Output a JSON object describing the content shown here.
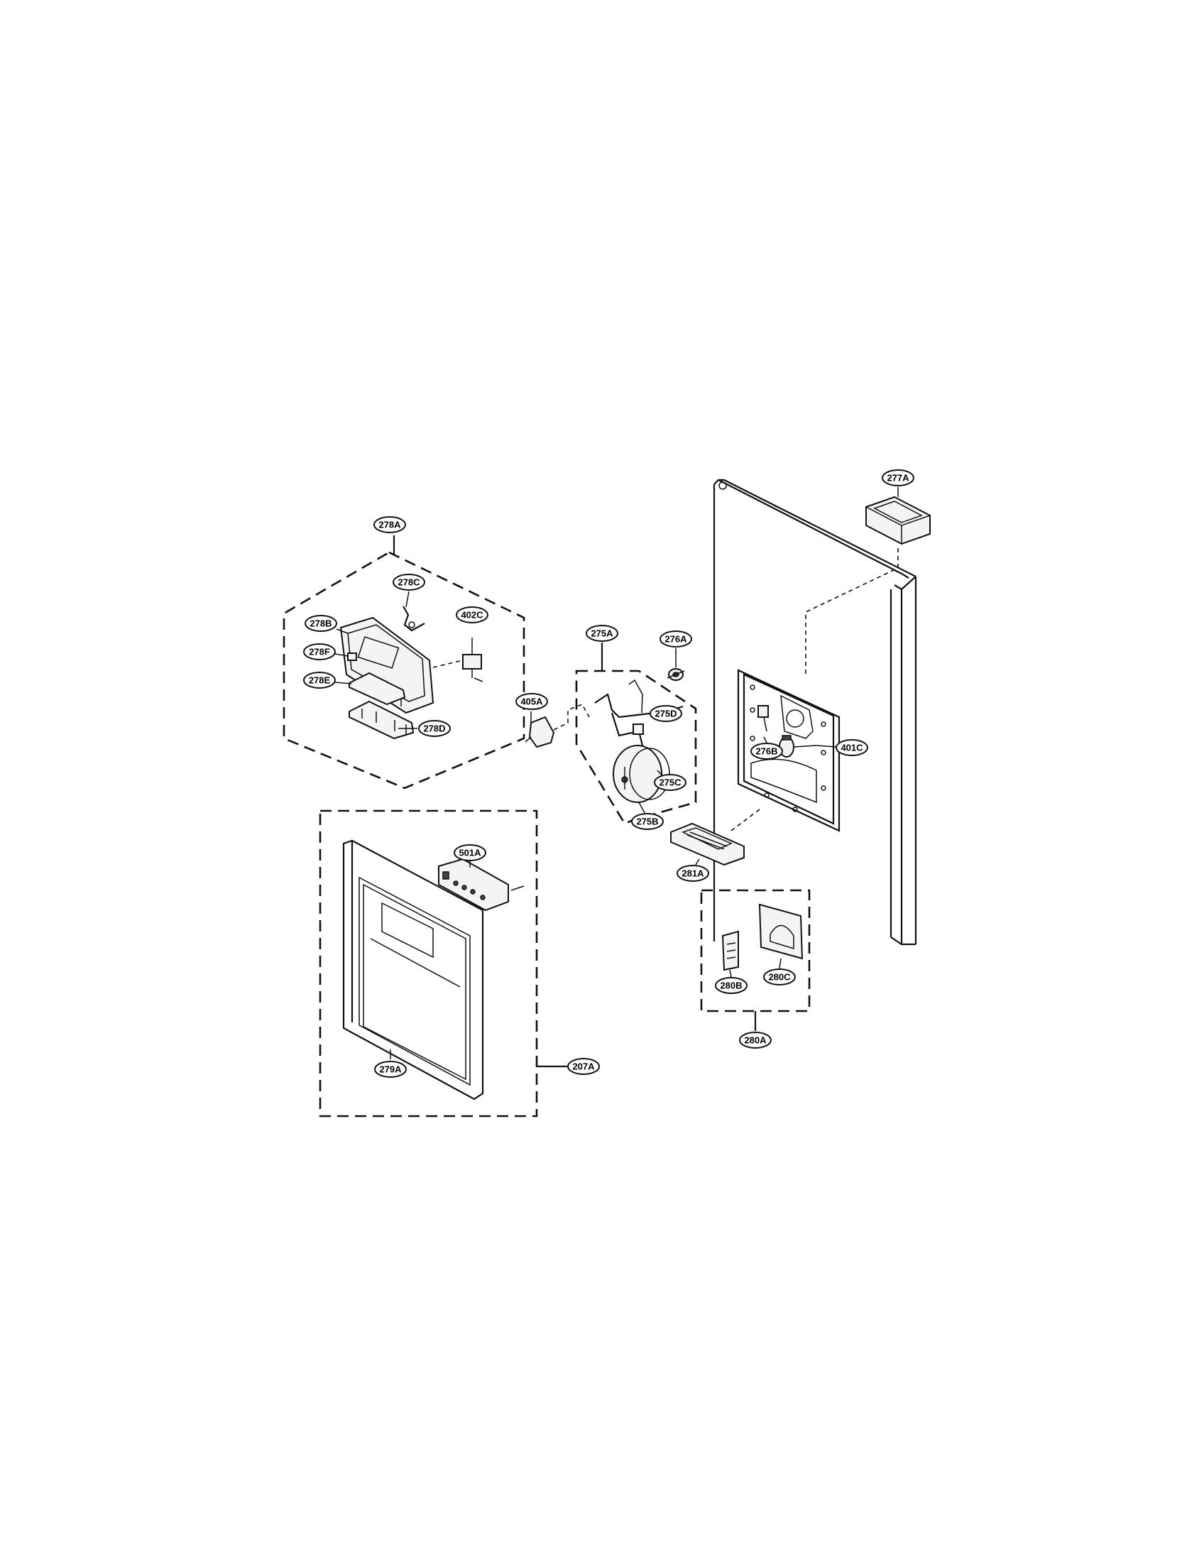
{
  "callouts": {
    "c278A": "278A",
    "c278C": "278C",
    "c278B": "278B",
    "c402C": "402C",
    "c278F": "278F",
    "c278E": "278E",
    "c278D": "278D",
    "c405A": "405A",
    "c275A": "275A",
    "c276A": "276A",
    "c275D": "275D",
    "c275C": "275C",
    "c275B": "275B",
    "c277A": "277A",
    "c276B": "276B",
    "c401C": "401C",
    "c281A": "281A",
    "c501A": "501A",
    "c207A": "207A",
    "c279A": "279A",
    "c280B": "280B",
    "c280C": "280C",
    "c280A": "280A"
  }
}
